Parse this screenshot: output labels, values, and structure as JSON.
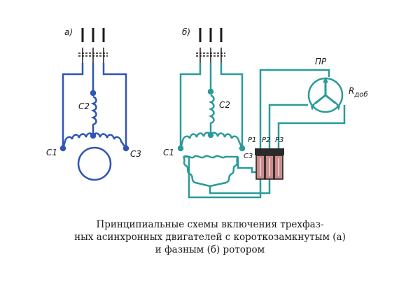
{
  "colors": {
    "diagram_a": "#2f55b5",
    "diagram_b": "#2a9a9a",
    "ink": "#1a1a1a",
    "brush_body": "#c98b8b",
    "brush_top": "#2a2a2a"
  },
  "diagram_a": {
    "tag": "а)",
    "terminals": [
      "C2",
      "C1",
      "C3"
    ]
  },
  "diagram_b": {
    "tag": "б)",
    "terminals": [
      "C2",
      "C1",
      "C3"
    ],
    "rings": [
      "P1",
      "P2",
      "P3"
    ],
    "switch_label": "ПР",
    "resistor_label": "R",
    "resistor_subscript": "доб"
  },
  "caption": {
    "line1": "Принципиальные схемы включения трехфаз-",
    "line2": "ных асинхронных двигателей с короткозамкнутым (а)",
    "line3": "и фазным (б) ротором"
  }
}
